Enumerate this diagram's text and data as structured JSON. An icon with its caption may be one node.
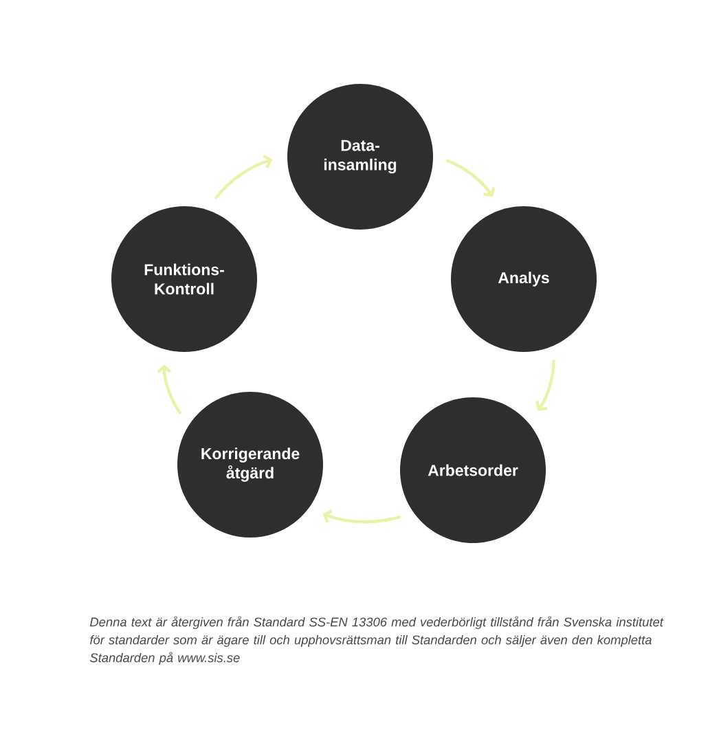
{
  "diagram": {
    "caption": "Denna text är återgiven från Standard SS-EN 13306 med vederbörligt tillstånd från Svenska institutet för standarder som är ägare till och upphovsrättsman till Standarden och säljer även den kompletta Standarden på www.sis.se",
    "nodes": [
      {
        "text": [
          "Data- insamling"
        ]
      },
      {
        "text": [
          "Funktions- Kontroll"
        ]
      },
      {
        "text": [
          "Analys"
        ]
      },
      {
        "text": [
          "Korrigerande åtgärd"
        ]
      },
      {
        "text": [
          "Arbetsorder"
        ]
      }
    ],
    "edges": [
      {
        "from": 0,
        "to": 2,
        "arrow": "to"
      },
      {
        "from": 2,
        "to": 4,
        "arrow": "to"
      },
      {
        "from": 4,
        "to": 3,
        "arrow": "to"
      },
      {
        "from": 3,
        "to": 1,
        "arrow": "to"
      },
      {
        "from": 1,
        "to": 0,
        "arrow": "to"
      }
    ]
  }
}
